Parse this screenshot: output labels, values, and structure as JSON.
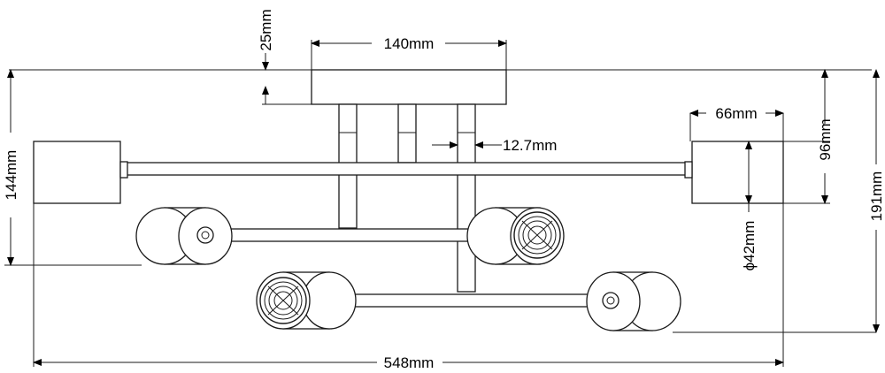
{
  "dimensions": {
    "canopy_height": "25mm",
    "canopy_width": "140mm",
    "bar_diameter": "12.7mm",
    "shade_length": "66mm",
    "shade_height": "96mm",
    "shade_diameter": "ϕ42mm",
    "shade_offset_height": "144mm",
    "total_height": "191mm",
    "total_width": "548mm"
  }
}
